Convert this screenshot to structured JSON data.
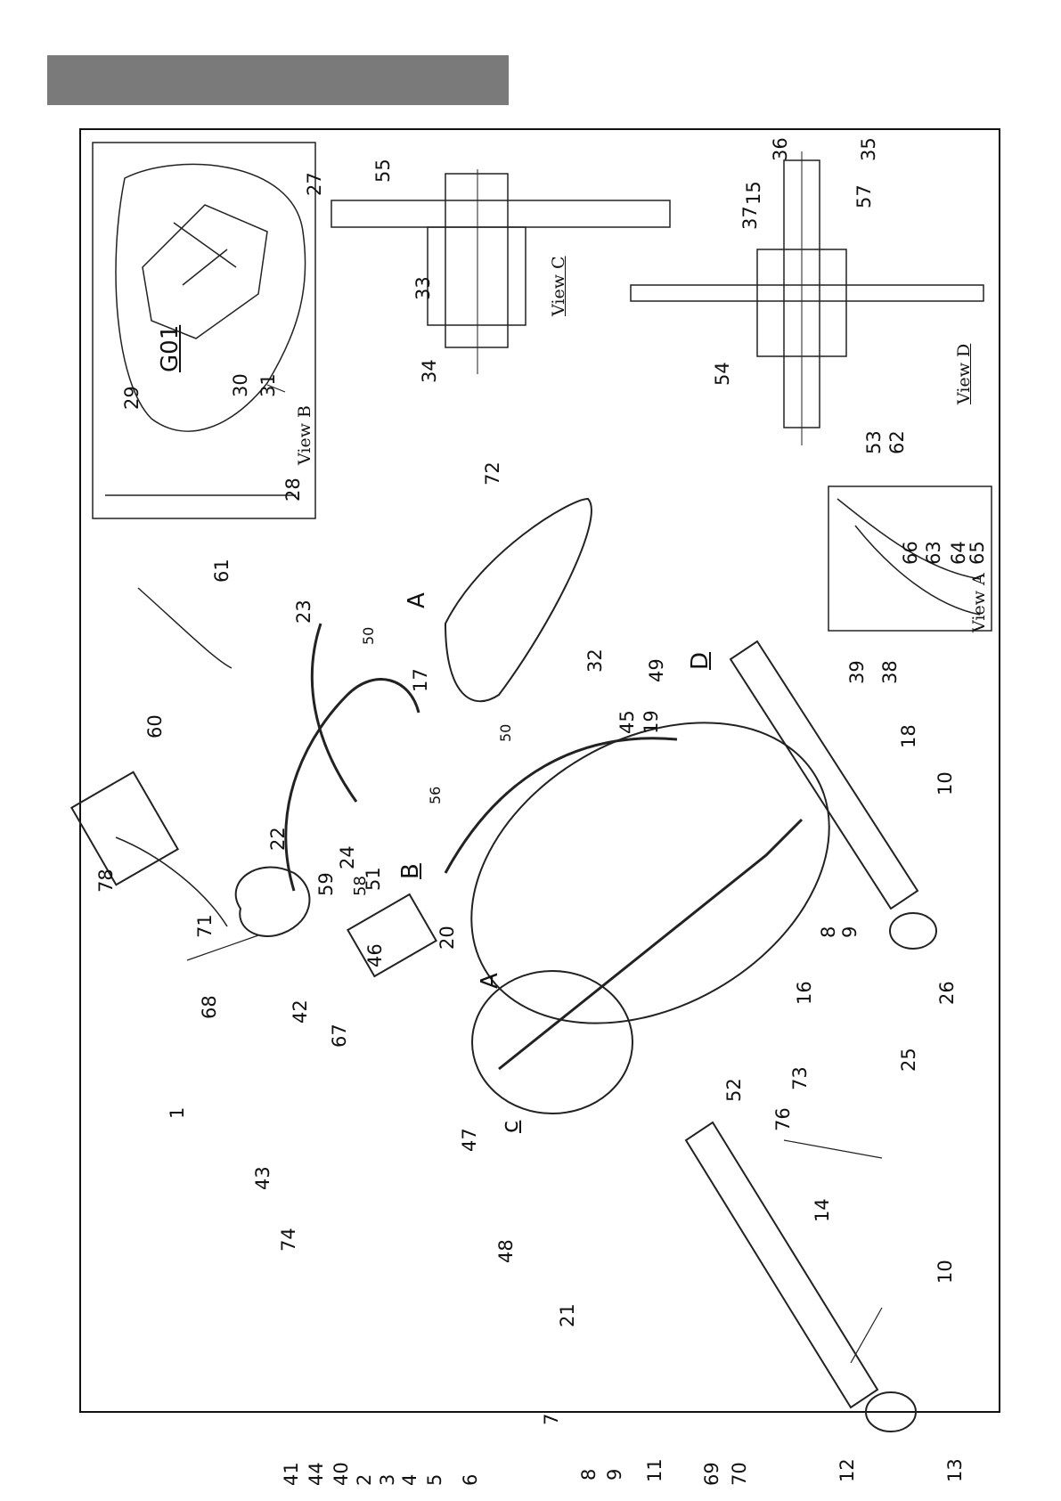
{
  "header": {
    "bar_color": "#7a7a7a"
  },
  "views": {
    "view_a": "View A",
    "view_b": "View B",
    "view_c": "View C",
    "view_d": "View D"
  },
  "group_label": "G01",
  "section_markers": {
    "a1": "A",
    "a2": "A",
    "b": "B",
    "c": "c",
    "d": "D"
  },
  "part_numbers": {
    "p1": "1",
    "p2": "2",
    "p3": "3",
    "p4": "4",
    "p5": "5",
    "p6": "6",
    "p7": "7",
    "p8a": "8",
    "p8b": "8",
    "p9a": "9",
    "p9b": "9",
    "p10a": "10",
    "p10b": "10",
    "p11": "11",
    "p12": "12",
    "p13": "13",
    "p14": "14",
    "p15": "15",
    "p16": "16",
    "p17": "17",
    "p18": "18",
    "p19": "19",
    "p20": "20",
    "p21": "21",
    "p22": "22",
    "p23": "23",
    "p24": "24",
    "p25": "25",
    "p26": "26",
    "p27": "27",
    "p28": "28",
    "p29": "29",
    "p30": "30",
    "p31": "31",
    "p32": "32",
    "p33": "33",
    "p34": "34",
    "p35": "35",
    "p36": "36",
    "p37": "37",
    "p38": "38",
    "p39": "39",
    "p40": "40",
    "p41": "41",
    "p42": "42",
    "p43": "43",
    "p44": "44",
    "p45": "45",
    "p46": "46",
    "p47": "47",
    "p48": "48",
    "p49": "49",
    "p50a": "50",
    "p50b": "50",
    "p51": "51",
    "p52": "52",
    "p53": "53",
    "p54": "54",
    "p55": "55",
    "p56": "56",
    "p57": "57",
    "p58": "58",
    "p59": "59",
    "p60": "60",
    "p61": "61",
    "p62": "62",
    "p63": "63",
    "p64": "64",
    "p65": "65",
    "p66": "66",
    "p67": "67",
    "p68": "68",
    "p69": "69",
    "p70": "70",
    "p71": "71",
    "p72": "72",
    "p73": "73",
    "p74": "74",
    "p76": "76",
    "p78": "78"
  }
}
